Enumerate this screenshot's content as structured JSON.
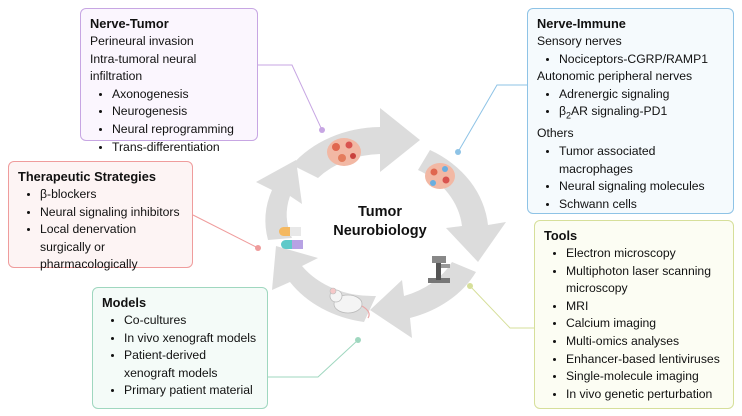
{
  "center": {
    "line1": "Tumor",
    "line2": "Neurobiology"
  },
  "colors": {
    "nerve_tumor": "#c7a6e3",
    "nerve_immune": "#8ec3e6",
    "therapeutic": "#ef9c9c",
    "tools": "#d6df9a",
    "models": "#9fd7bf",
    "ring": "#dcdcdc"
  },
  "nerve_tumor": {
    "title": "Nerve-Tumor",
    "line1": "Perineural invasion",
    "line2": "Intra-tumoral neural infiltration",
    "items": [
      "Axonogenesis",
      "Neurogenesis",
      "Neural reprogramming",
      "Trans-differentiation"
    ]
  },
  "nerve_immune": {
    "title": "Nerve-Immune",
    "section1": "Sensory nerves",
    "section1_items": [
      "Nociceptors-CGRP/RAMP1"
    ],
    "section2": "Autonomic peripheral nerves",
    "section2_items": [
      "Adrenergic signaling",
      "β2AR signaling-PD1"
    ],
    "section3": "Others",
    "section3_items": [
      "Tumor associated macrophages",
      "Neural signaling molecules",
      "Schwann cells",
      "......"
    ]
  },
  "therapeutic": {
    "title": "Therapeutic Strategies",
    "items": [
      "β-blockers",
      "Neural signaling inhibitors",
      "Local denervation surgically or pharmacologically"
    ]
  },
  "tools": {
    "title": "Tools",
    "items": [
      "Electron microscopy",
      "Multiphoton laser scanning microscopy",
      "MRI",
      "Calcium imaging",
      "Multi-omics analyses",
      "Enhancer-based lentiviruses",
      "Single-molecule imaging",
      "In vivo genetic perturbation"
    ]
  },
  "models": {
    "title": "Models",
    "items": [
      "Co-cultures",
      "In vivo xenograft models",
      "Patient-derived xenograft models",
      "Primary patient material"
    ]
  }
}
